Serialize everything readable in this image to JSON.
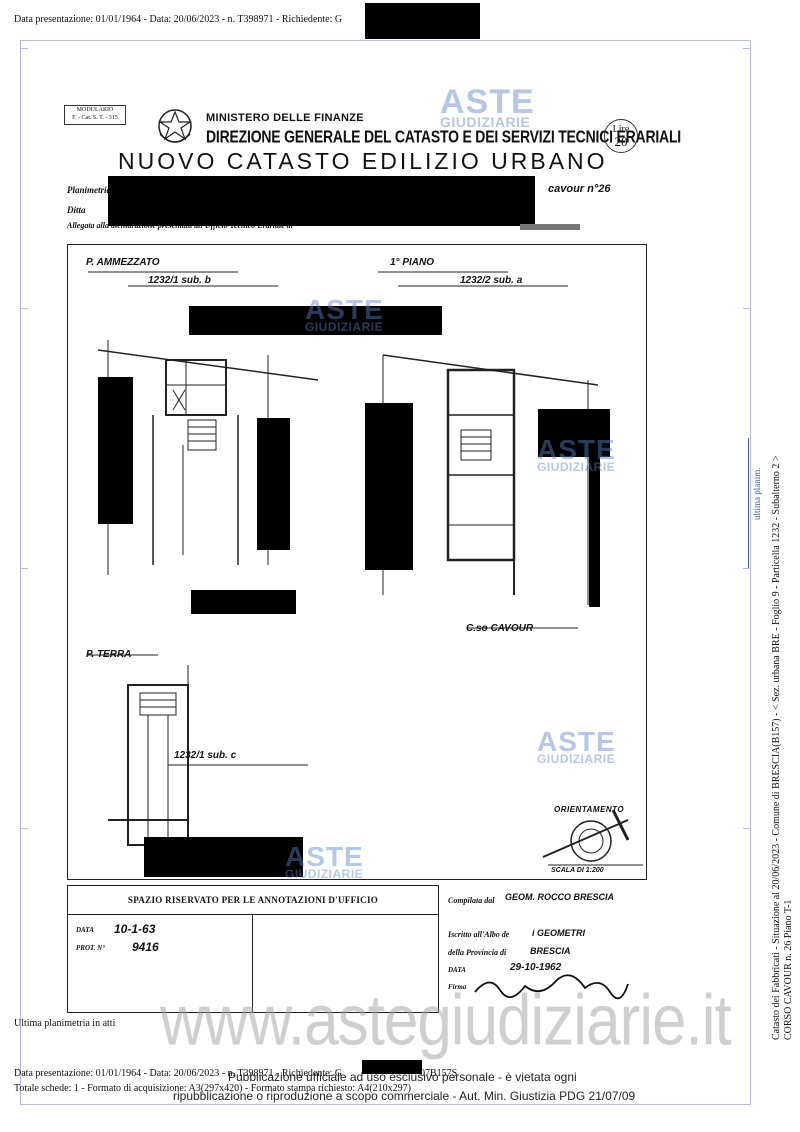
{
  "header": {
    "line": "Data presentazione: 01/01/1964 - Data: 20/06/2023 - n. T398971 - Richiedente: G"
  },
  "form": {
    "modulario_line1": "MODULARIO",
    "modulario_line2": "F. - Cat. S. T. - 315",
    "ministero": "MINISTERO DELLE FINANZE",
    "direzione": "DIREZIONE GENERALE DEL CATASTO E DEI SERVIZI TECNICI ERARIALI",
    "nuovo_catasto": "NUOVO CATASTO EDILIZIO URBANO",
    "lire_label": "Lire",
    "lire_value": "20",
    "planimetria_label": "Planimetria",
    "ditta_label": "Ditta",
    "allegata_label": "Allegata alla dichiarazione presentata all'Ufficio Tecnico Erariale di",
    "address_partial": "cavour n°26"
  },
  "plan": {
    "label_mezzato": "P. AMMEZZATO",
    "ref_mezzato": "1232/1 sub. b",
    "label_primo": "1° PIANO",
    "ref_primo": "1232/2 sub. a",
    "label_terra": "P. TERRA",
    "ref_terra": "1232/1 sub. c",
    "street": "C.so CAVOUR",
    "orientamento": "ORIENTAMENTO",
    "scala": "SCALA DI 1:200"
  },
  "annotazioni": {
    "title": "SPAZIO RISERVATO PER LE ANNOTAZIONI D'UFFICIO",
    "data_label": "DATA",
    "data_value": "10-1-63",
    "prot_label": "PROT. N°",
    "prot_value": "9416"
  },
  "compilata": {
    "compilata_label": "Compilata dal",
    "compilata_value": "GEOM. ROCCO BRESCIA",
    "iscritto_label": "Iscritto all'Albo de",
    "iscritto_value": "i GEOMETRI",
    "provincia_label": "della Provincia di",
    "provincia_value": "BRESCIA",
    "data_label": "DATA",
    "data_value": "29-10-1962",
    "firma_label": "Firma"
  },
  "sidebar": {
    "line1": "Catasto dei Fabbricati - Situazione al 20/06/2023 - Comune di BRESCIA(B157) - < Sez. urbana BRE - Foglio 9 - Particella 1232 - Subalterno 2 >",
    "line2": "CORSO CAVOUR n. 26 Piano T-1",
    "tab": "ultima planim."
  },
  "watermarks": {
    "aste": "ASTE",
    "giudiziarie": "GIUDIZIARIE",
    "site": "www.astegiudiziarie.it"
  },
  "footer": {
    "ultima": "Ultima planimetria in atti",
    "line1": "Data presentazione: 01/01/1964 - Data: 20/06/2023 - n. T398971 - Richiedente: G",
    "line1_tail": "07B157S",
    "line2": "Totale schede: 1 - Formato di acquisizione: A3(297x420) - Formato stampa richiesto: A4(210x297)",
    "pub1": "Pubblicazione ufficiale ad uso esclusivo personale - è vietata ogni",
    "pub2": "ripubblicazione o riproduzione a scopo commerciale - Aut. Min. Giustizia PDG 21/07/09"
  },
  "colors": {
    "watermark": "#5a82c8",
    "tab": "#3a5b9b",
    "frame": "#b8bce0"
  }
}
